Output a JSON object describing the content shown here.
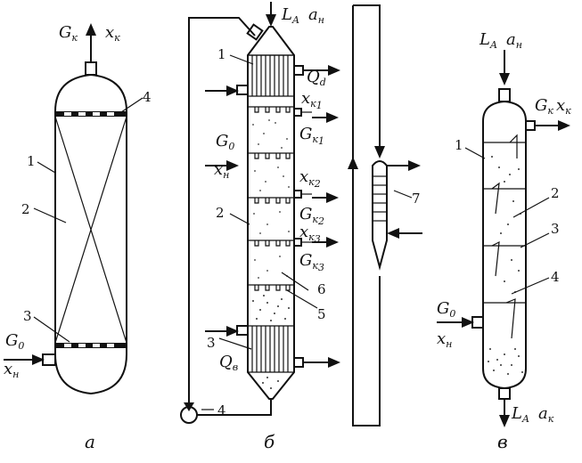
{
  "figures": {
    "a": {
      "caption": "а",
      "flows": {
        "out_G": "G",
        "out_G_sub": "к",
        "out_x": "x",
        "out_x_sub": "к",
        "in_G": "G",
        "in_G_sub": "0",
        "in_x": "x",
        "in_x_sub": "н"
      },
      "parts": {
        "p1": "1",
        "p2": "2",
        "p3": "3",
        "p4": "4"
      }
    },
    "b": {
      "caption": "б",
      "flows": {
        "top_L": "L",
        "top_L_sub": "A",
        "top_a": "a",
        "top_a_sub": "н",
        "Qd": "Q",
        "Qd_sub": "d",
        "xk1": "x",
        "xk1_sub": "к",
        "xk1_sub2": "1",
        "Gk1": "G",
        "Gk1_sub": "к",
        "Gk1_sub2": "1",
        "G0": "G",
        "G0_sub": "0",
        "xn": "x",
        "xn_sub": "н",
        "xk2": "x",
        "xk2_sub": "к",
        "xk2_sub2": "2",
        "Gk2": "G",
        "Gk2_sub": "к",
        "Gk2_sub2": "2",
        "xk3": "x",
        "xk3_sub": "к",
        "xk3_sub2": "3",
        "Gk3": "G",
        "Gk3_sub": "к",
        "Gk3_sub2": "3",
        "Qv": "Q",
        "Qv_sub": "в"
      },
      "parts": {
        "p1": "1",
        "p2": "2",
        "p3": "3",
        "p4": "4",
        "p5": "5",
        "p6": "6",
        "p7": "7"
      }
    },
    "v": {
      "caption": "в",
      "flows": {
        "top_L": "L",
        "top_L_sub": "A",
        "top_a": "a",
        "top_a_sub": "н",
        "out_G": "G",
        "out_G_sub": "к",
        "out_x": "x",
        "out_x_sub": "к",
        "G0": "G",
        "G0_sub": "0",
        "xn": "x",
        "xn_sub": "н",
        "bot_L": "L",
        "bot_L_sub": "A",
        "bot_a": "a",
        "bot_a_sub": "к"
      },
      "parts": {
        "p1": "1",
        "p2": "2",
        "p3": "3",
        "p4": "4"
      }
    }
  }
}
